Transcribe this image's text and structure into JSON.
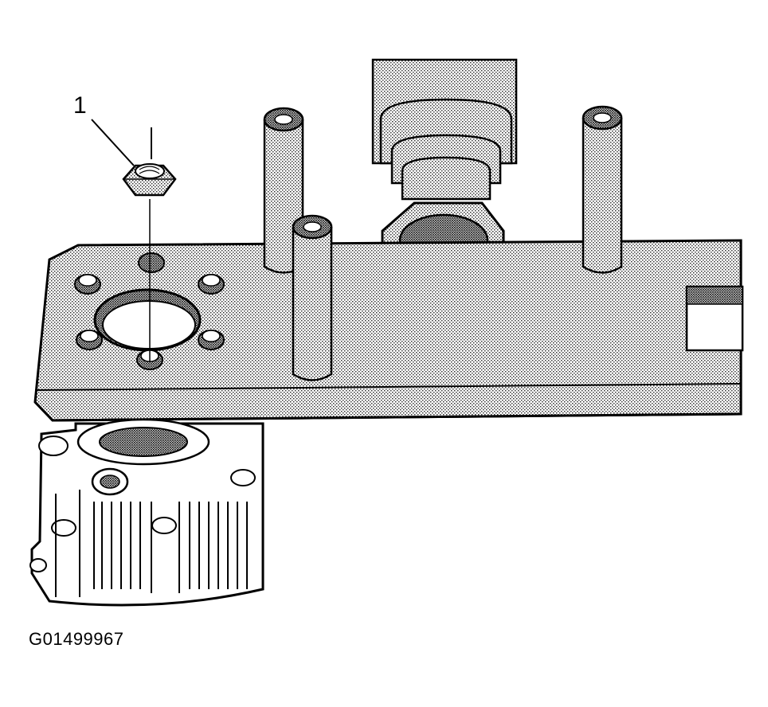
{
  "figure": {
    "callouts": [
      {
        "number": "1",
        "part": "nut"
      }
    ],
    "figure_id": "G01499967"
  }
}
